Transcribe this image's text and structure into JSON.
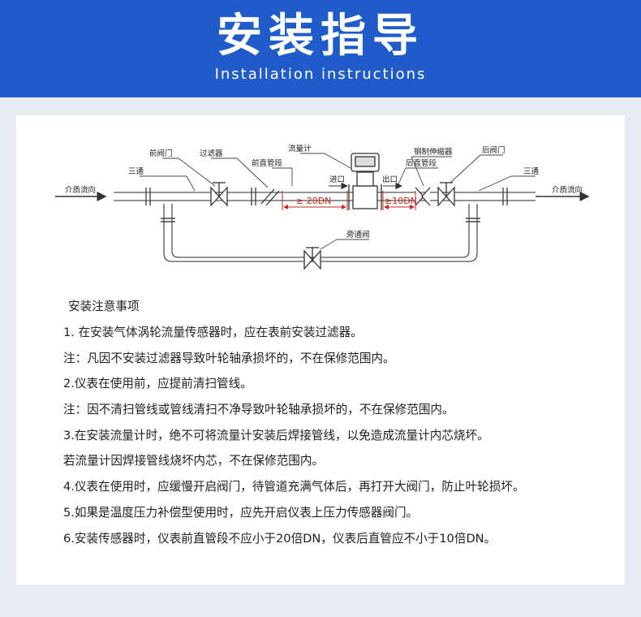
{
  "header": {
    "title": "安装指导",
    "subtitle": "Installation instructions"
  },
  "diagram": {
    "labels": {
      "tee_left": "三通",
      "front_valve": "前阀门",
      "filter": "过滤器",
      "front_straight": "前直管段",
      "flowmeter": "流量计",
      "inlet": "进口",
      "outlet": "出口",
      "rear_straight": "后直管段",
      "expansion": "钢制伸缩器",
      "rear_valve": "后阀门",
      "tee_right": "三通",
      "medium_flow_left": "介质流向",
      "medium_flow_right": "介质流向",
      "bypass_valve": "旁通阀",
      "dim_front": "≥ 20DN",
      "dim_rear": "≥10DN"
    }
  },
  "notes": {
    "heading": "安装注意事项",
    "lines": [
      "1. 在安装气体涡轮流量传感器时，应在表前安装过滤器。",
      "注：凡因不安装过滤器导致叶轮轴承损坏的，不在保修范围内。",
      "2.仪表在使用前，应提前清扫管线。",
      "注：因不清扫管线或管线清扫不净导致叶轮轴承损坏的，不在保修范围内。",
      "3.在安装流量计时，绝不可将流量计安装后焊接管线，以免造成流量计内芯烧坏。",
      "若流量计因焊接管线烧坏内芯，不在保修范围内。",
      "4.仪表在使用时，应缓慢开启阀门，待管道充满气体后，再打开大阀门，防止叶轮损坏。",
      "5.如果是温度压力补偿型使用时，应先开启仪表上压力传感器阀门。",
      "6.安装传感器时，仪表前直管段不应小于20倍DN，仪表后直管应不小于10倍DN。"
    ]
  },
  "colors": {
    "header_bg": "#1f5bc9",
    "page_bg": "#e8ecf2",
    "card_bg": "#ffffff",
    "dimension_red": "#c8281e"
  }
}
